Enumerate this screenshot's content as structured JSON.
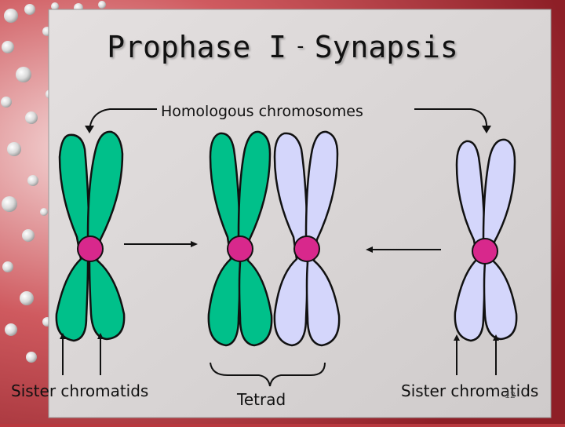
{
  "slide": {
    "title_main": "Prophase I",
    "title_sep": "-",
    "title_sub": "Synapsis",
    "page_number": "12"
  },
  "labels": {
    "homologous": "Homologous chromosomes",
    "sister_left": "Sister chromatids",
    "tetrad": "Tetrad",
    "sister_right": "Sister chromatids"
  },
  "colors": {
    "green_chromatid": "#00c08a",
    "lavender_chromatid": "#d4d6fb",
    "centromere": "#d8288c",
    "outline": "#111111",
    "panel": "#d6d3d3"
  }
}
